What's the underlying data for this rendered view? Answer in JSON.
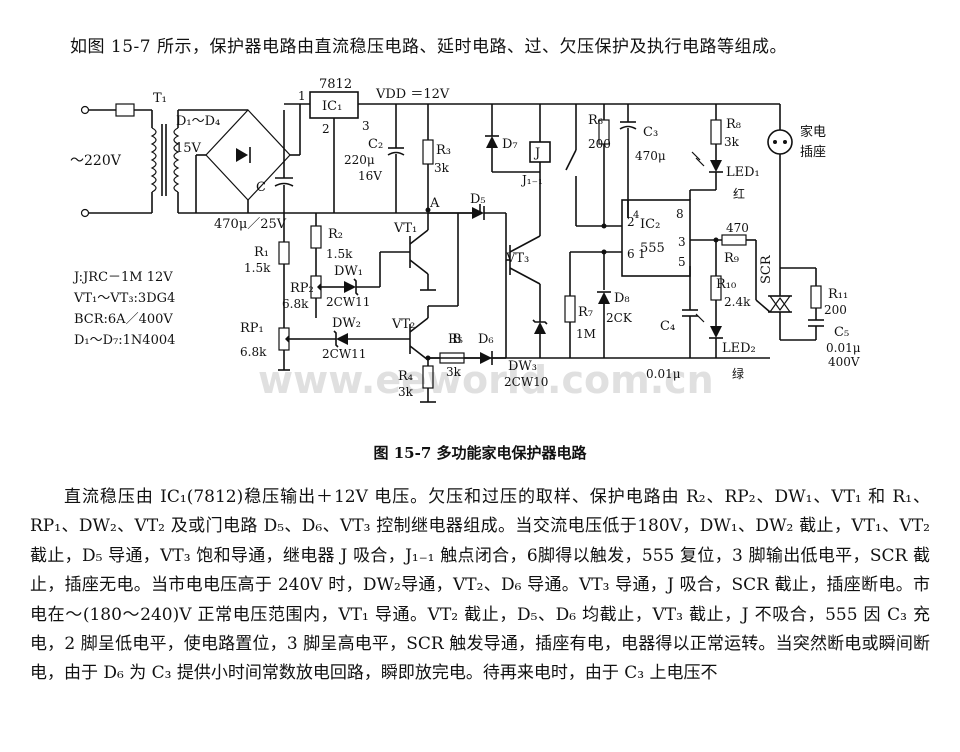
{
  "intro": "如图 15-7 所示，保护器电路由直流稳压电路、延时电路、过、欠压保护及执行电路等组成。",
  "caption": "图 15-7   多功能家电保护器电路",
  "watermark": "www.eeworld.com.cn",
  "paragraph": "直流稳压由 IC₁(7812)稳压输出＋12V 电压。欠压和过压的取样、保护电路由 R₂、RP₂、DW₁、VT₁ 和 R₁、RP₁、DW₂、VT₂ 及或门电路 D₅、D₆、VT₃ 控制继电器组成。当交流电压低于180V，DW₁、DW₂ 截止，VT₁、VT₂ 截止，D₅ 导通，VT₃ 饱和导通，继电器 J 吸合，J₁₋₁ 触点闭合，6脚得以触发，555 复位，3 脚输出低电平，SCR 截止，插座无电。当市电电压高于 240V 时，DW₂导通，VT₂、D₆ 导通。VT₃ 导通，J 吸合，SCR 截止，插座断电。市电在～(180～240)V 正常电压范围内，VT₁ 导通。VT₂ 截止，D₅、D₆ 均截止，VT₃ 截止，J 不吸合，555 因 C₃ 充电，2 脚呈低电平，使电路置位，3 脚呈高电平，SCR 触发导通，插座有电，电器得以正常运转。当突然断电或瞬间断电，由于 D₆ 为 C₃ 提供小时间常数放电回路，瞬即放完电。待再来电时，由于 C₃ 上电压不",
  "schematic": {
    "mains": "～220V",
    "transformer": "T₁",
    "bridge": "D₁～D₄",
    "sec_voltage": "15V",
    "ic1_part": "7812",
    "ic1": "IC₁",
    "pin1": "1",
    "pin2": "2",
    "pin3": "3",
    "vdd": "V<sub>DD</sub> ＝12V",
    "vdd_plain": "VDD ＝12V",
    "c": "C",
    "c_value": "470μ／25V",
    "c2": "C₂",
    "c2_value1": "220μ",
    "c2_value2": "16V",
    "r3": "R₃",
    "r3_value": "3k",
    "d7": "D₇",
    "relay": "J",
    "j11": "J₁₋₁",
    "r6": "R₆",
    "r6_value": "200",
    "c3": "C₃",
    "c3_value": "470μ",
    "r8": "R₈",
    "r8_value": "3k",
    "led1": "LED₁",
    "led1_color": "红",
    "socket_label1": "家电",
    "socket_label2": "插座",
    "node_a": "A",
    "d5": "D₅",
    "r1": "R₁",
    "r1_value": "1.5k",
    "r2": "R₂",
    "r2_value": "1.5k",
    "vt1": "VT₁",
    "vt3": "VT₃",
    "rp2": "RP₂",
    "rp2_value": "6.8k",
    "dw1": "DW₁",
    "dw1_part": "2CW11",
    "ic2": "IC₂",
    "ic2_part": "555",
    "ic2_pin2": "2",
    "ic2_pin4": "4",
    "ic2_pin8": "8",
    "ic2_pin6": "6",
    "ic2_pin1": "1",
    "ic2_pin3": "3",
    "ic2_pin5": "5",
    "r9_value": "470",
    "r9": "R₉",
    "r10": "R₁₀",
    "r10_value": "2.4k",
    "scr": "SCR",
    "r11": "R₁₁",
    "r11_value": "200",
    "c5": "C₅",
    "c5_value1": "0.01μ",
    "c5_value2": "400V",
    "notes": [
      "J:JRC－1M 12V",
      "VT₁～VT₃:3DG4",
      "BCR:6A／400V",
      "D₁～D₇:1N4004"
    ],
    "rp1": "RP₁",
    "rp1_value": "6.8k",
    "dw2": "DW₂",
    "dw2_part": "2CW11",
    "vt2": "VT₂",
    "node_b": "B",
    "r5": "R₅",
    "r5_value": "3k",
    "d6": "D₆",
    "r4": "R₄",
    "r4_value": "3k",
    "dw3": "DW₃",
    "dw3_part": "2CW10",
    "r7": "R₇",
    "r7_value": "1M",
    "d8": "D₈",
    "d8_part": "2CK",
    "c4": "C₄",
    "c4_value": "0.01μ",
    "led2": "LED₂",
    "led2_color": "绿"
  }
}
